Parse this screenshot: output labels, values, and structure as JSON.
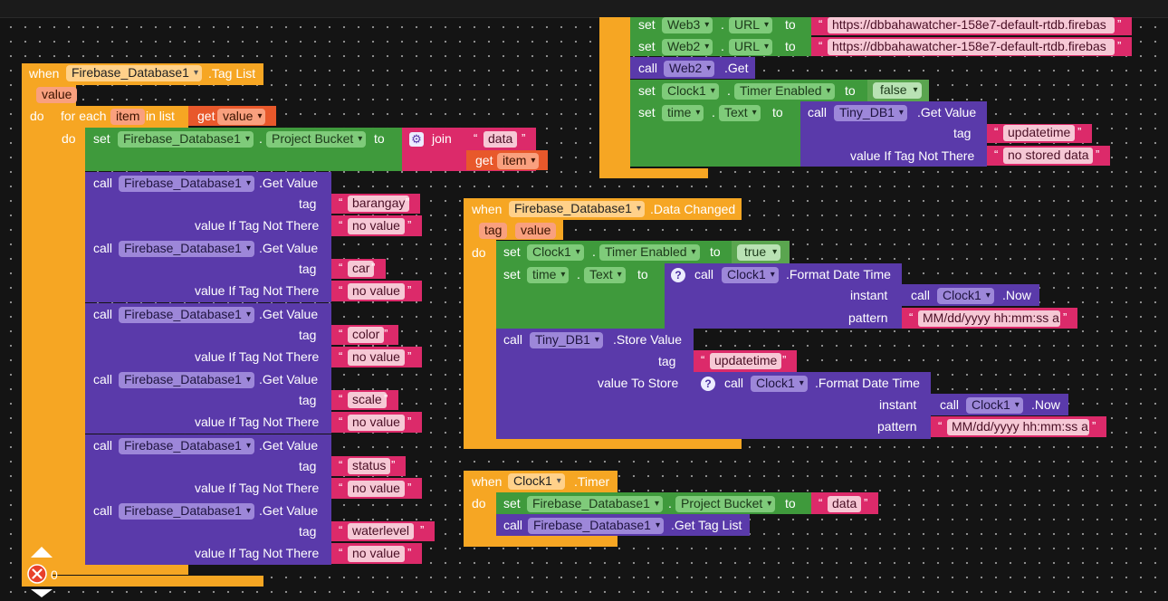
{
  "kw": {
    "when": "when",
    "do": "do",
    "call": "call",
    "set": "set",
    "to": "to",
    "get": "get",
    "tag": "tag",
    "value": "value",
    "for_each": "for each",
    "in_list": "in list",
    "join": "join",
    "instant": "instant",
    "pattern": "pattern",
    "value_if": "value If Tag Not There",
    "value_to_store": "value To Store",
    "dot": "."
  },
  "taglist_block": {
    "component": "Firebase_Database1",
    "event": ".Tag List",
    "param": "value",
    "loop_var": "item",
    "get_var": "value",
    "set_component": "Firebase_Database1",
    "set_property": "Project Bucket",
    "join_text": "data",
    "join_get": "item",
    "getvalue_calls": [
      {
        "component": "Firebase_Database1",
        "method": ".Get Value",
        "tag": "barangay",
        "default": "no value"
      },
      {
        "component": "Firebase_Database1",
        "method": ".Get Value",
        "tag": "car",
        "default": "no value"
      },
      {
        "component": "Firebase_Database1",
        "method": ".Get Value",
        "tag": "color",
        "default": "no value"
      },
      {
        "component": "Firebase_Database1",
        "method": ".Get Value",
        "tag": "scale",
        "default": "no value"
      },
      {
        "component": "Firebase_Database1",
        "method": ".Get Value",
        "tag": "status",
        "default": "no value"
      },
      {
        "component": "Firebase_Database1",
        "method": ".Get Value",
        "tag": "waterlevel",
        "default": "no value"
      }
    ]
  },
  "top_block": {
    "rows": [
      {
        "component": "Web3",
        "property": "URL",
        "value": "https://dbbahawatcher-158e7-default-rtdb.firebas"
      },
      {
        "component": "Web2",
        "property": "URL",
        "value": "https://dbbahawatcher-158e7-default-rtdb.firebas"
      }
    ],
    "call_component": "Web2",
    "call_method": ".Get",
    "timer_component": "Clock1",
    "timer_property": "Timer Enabled",
    "timer_value": "false",
    "time_component": "time",
    "time_property": "Text",
    "tinydb_component": "Tiny_DB1",
    "tinydb_method": ".Get Value",
    "tinydb_tag": "updatetime",
    "tinydb_default": "no stored data"
  },
  "datachanged_block": {
    "component": "Firebase_Database1",
    "event": ".Data Changed",
    "params": [
      "tag",
      "value"
    ],
    "timer_component": "Clock1",
    "timer_property": "Timer Enabled",
    "timer_value": "true",
    "time_component": "time",
    "time_property": "Text",
    "clock_component": "Clock1",
    "format_method": ".Format Date Time",
    "now_method": ".Now",
    "pattern": "MM/dd/yyyy hh:mm:ss a",
    "store_component": "Tiny_DB1",
    "store_method": ".Store Value",
    "store_tag": "updatetime"
  },
  "timer_block": {
    "component": "Clock1",
    "event": ".Timer",
    "set_component": "Firebase_Database1",
    "set_property": "Project Bucket",
    "set_value": "data",
    "call_component": "Firebase_Database1",
    "call_method": ".Get Tag List"
  },
  "workspace": {
    "error_count": "0"
  },
  "colors": {
    "event": "#f6a623",
    "setter": "#3f9a3c",
    "method": "#5a3aaa",
    "text": "#dc2a6a",
    "variable": "#e8582b",
    "logic": "#5aa54f"
  }
}
